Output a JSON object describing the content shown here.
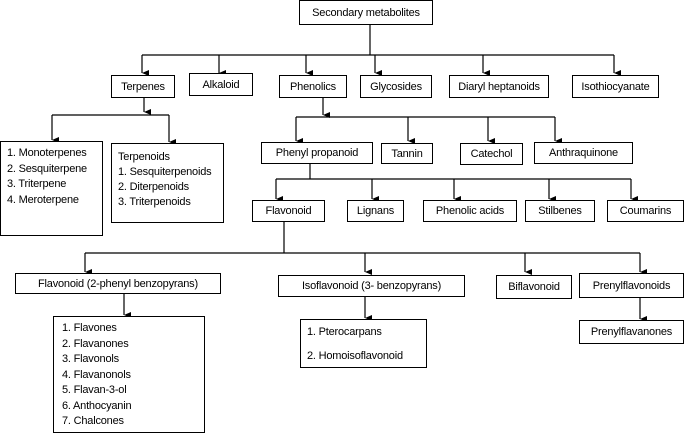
{
  "root": "Secondary metabolites",
  "level1": [
    "Terpenes",
    "Alkaloid",
    "Phenolics",
    "Glycosides",
    "Diaryl heptanoids",
    "Isothiocyanate"
  ],
  "terpenes": {
    "list1": [
      "1. Monoterpenes",
      "2. Sesquiterpene",
      "3. Triterpene",
      "4. Meroterpene"
    ],
    "list2": [
      "Terpenoids",
      "1. Sesquiterpenoids",
      "2. Diterpenoids",
      "3. Triterpenoids"
    ]
  },
  "phenolics": [
    "Phenyl propanoid",
    "Tannin",
    "Catechol",
    "Anthraquinone"
  ],
  "phenyl_propanoid": [
    "Flavonoid",
    "Lignans",
    "Phenolic acids",
    "Stilbenes",
    "Coumarins"
  ],
  "flavonoid": [
    "Flavonoid (2-phenyl benzopyrans)",
    "Isoflavonoid (3- benzopyrans)",
    "Biflavonoid",
    "Prenylflavonoids"
  ],
  "flavonoid_list": [
    "1. Flavones",
    "2. Flavanones",
    "3. Flavonols",
    "4. Flavanonols",
    "5. Flavan-3-ol",
    "6. Anthocyanin",
    "7. Chalcones"
  ],
  "isoflavonoid_list": [
    "1. Pterocarpans",
    "2. Homoisoflavonoid"
  ],
  "prenyl_child": "Prenylflavanones"
}
